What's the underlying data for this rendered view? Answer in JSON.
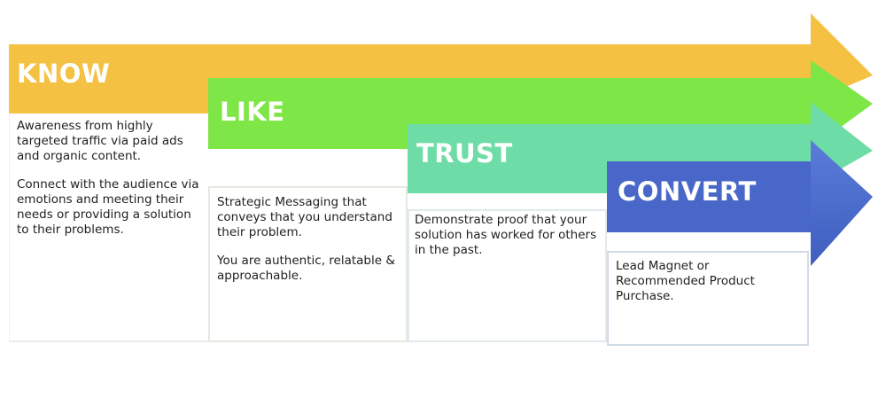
{
  "stages": [
    {
      "title": "KNOW",
      "color": "#F4C143",
      "paragraphs": [
        "Awareness from highly targeted traffic via paid ads and organic content.",
        "Connect with the audience via emotions and meeting their needs or providing a solution to their problems."
      ]
    },
    {
      "title": "LIKE",
      "color": "#7EE646",
      "paragraphs": [
        "Strategic Messaging that conveys that you understand their problem.",
        "You are authentic, relatable & approachable."
      ]
    },
    {
      "title": "TRUST",
      "color": "#6EDCA7",
      "paragraphs": [
        "Demonstrate proof that your solution has worked for others in the past."
      ]
    },
    {
      "title": "CONVERT",
      "color": "#4867C8",
      "paragraphs": [
        "Lead Magnet or Recommended Product Purchase."
      ]
    }
  ]
}
